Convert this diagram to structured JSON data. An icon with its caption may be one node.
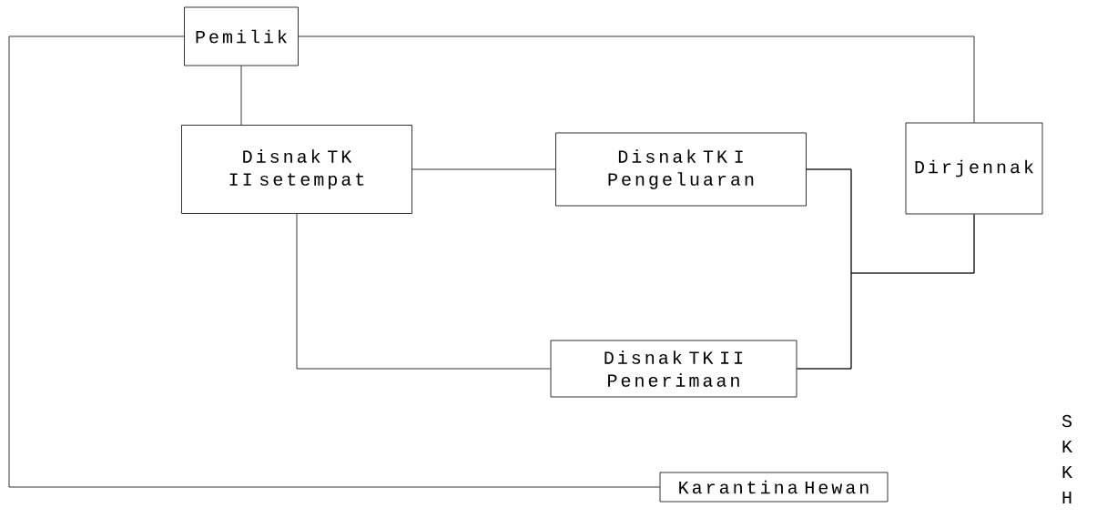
{
  "diagram": {
    "nodes": [
      {
        "text": [
          "Pemilik"
        ]
      },
      {
        "text": [
          "Disnak TK II setempat"
        ]
      },
      {
        "text": [
          "Disnak TK I Pengeluaran"
        ]
      },
      {
        "text": [
          "Dirjennak"
        ]
      },
      {
        "text": [
          "Disnak TK II Penerimaan"
        ]
      },
      {
        "text": [
          "Karantina Hewan"
        ]
      }
    ],
    "edges": [
      {
        "from": 0,
        "to": 3,
        "arrow": "none"
      },
      {
        "from": 0,
        "to": 5,
        "arrow": "none"
      },
      {
        "from": 0,
        "to": 1,
        "arrow": "none"
      },
      {
        "from": 1,
        "to": 2,
        "arrow": "none"
      },
      {
        "from": 1,
        "to": 4,
        "arrow": "none"
      },
      {
        "from": 2,
        "to": 4,
        "arrow": "none"
      },
      {
        "from": 3,
        "to": 2,
        "arrow": "none"
      },
      {
        "from": 3,
        "to": 4,
        "arrow": "none"
      }
    ],
    "labels": [
      "S K K H"
    ]
  }
}
